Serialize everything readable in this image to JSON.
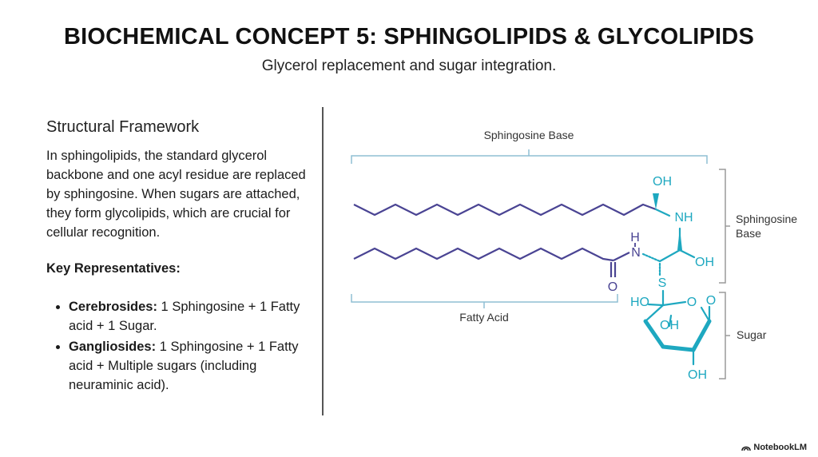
{
  "title": "BIOCHEMICAL CONCEPT 5: SPHINGOLIPIDS & GLYCOLIPIDS",
  "subtitle": "Glycerol replacement and sugar integration.",
  "left": {
    "section_title": "Structural Framework",
    "paragraph": "In sphingolipids, the standard glycerol backbone and one acyl residue are replaced by sphingosine. When sugars are attached, they form glycolipids, which are crucial for cellular recognition.",
    "key_title": "Key Representatives:",
    "items": [
      {
        "term": "Cerebrosides:",
        "text": " 1 Sphingosine + 1 Fatty acid + 1 Sugar."
      },
      {
        "term": "Gangliosides:",
        "text": " 1 Sphingosine + 1 Fatty acid + Multiple sugars (including neuraminic acid)."
      }
    ]
  },
  "diagram": {
    "labels": {
      "top_brace": "Sphingosine Base",
      "right_brace_line1": "Sphingosine",
      "right_brace_line2": "Base",
      "fatty_acid": "Fatty Acid",
      "sugar": "Sugar"
    },
    "atoms": {
      "oh_top": "OH",
      "nh_right": "NH",
      "oh_mid": "OH",
      "h_amide": "H",
      "n_amide": "N",
      "o_carbonyl": "O",
      "s_link": "S",
      "ho_ring": "HO",
      "o_ring1": "O",
      "o_ring2": "O",
      "oh_ring_mid": "OH",
      "oh_ring_bottom": "OH"
    },
    "colors": {
      "chain": "#4a4493",
      "accent": "#1ea8c0",
      "brace": "#8fbfd4",
      "brace_right": "#9a9a9a"
    }
  },
  "branding": {
    "logo_text": "NotebookLM",
    "logo_icon": "notebooklm-icon"
  }
}
